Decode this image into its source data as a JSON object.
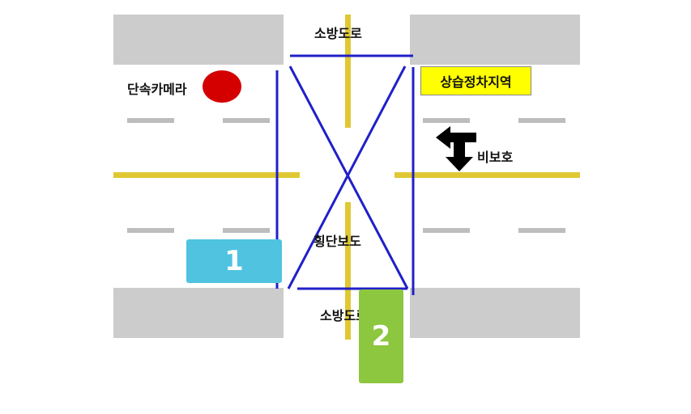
{
  "labels": {
    "fire_road_top": "소방도로",
    "fire_road_bottom": "소방도로",
    "enforcement_camera": "단속카메라",
    "habitual_parking_zone": "상습정차지역",
    "unprotected_turn": "비보호",
    "crosswalk": "횡단보도"
  },
  "cars": [
    {
      "label": "1",
      "color": "#4fc3e0"
    },
    {
      "label": "2",
      "color": "#8dc63f"
    }
  ],
  "colors": {
    "block": "#cccccc",
    "center_line": "#e0c832",
    "lane_dash": "#bdbdbd",
    "crosswalk_x": "#2020c8",
    "camera": "#d40000",
    "zone_box": "#ffff00"
  },
  "icons": [
    "camera-dot-icon",
    "turn-arrow-icon"
  ]
}
